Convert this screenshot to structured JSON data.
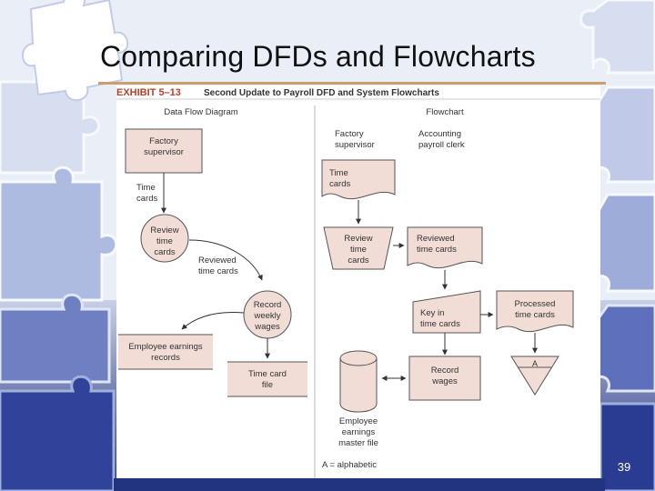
{
  "slide": {
    "title": "Comparing DFDs and Flowcharts",
    "page_number": "39"
  },
  "exhibit": {
    "label": "EXHIBIT 5–13",
    "caption": "Second Update to Payroll DFD and System Flowcharts"
  },
  "dfd": {
    "heading": "Data Flow Diagram",
    "factory_supervisor": [
      "Factory",
      "supervisor"
    ],
    "time_cards_flow": [
      "Time",
      "cards"
    ],
    "review_time_cards": [
      "Review",
      "time",
      "cards"
    ],
    "reviewed_time_cards_flow": [
      "Reviewed",
      "time cards"
    ],
    "record_weekly_wages": [
      "Record",
      "weekly",
      "wages"
    ],
    "employee_earnings_records": [
      "Employee earnings",
      "records"
    ],
    "time_card_file": [
      "Time card",
      "file"
    ]
  },
  "flowchart": {
    "heading": "Flowchart",
    "factory_supervisor": [
      "Factory",
      "supervisor"
    ],
    "accounting_payroll_clerk": [
      "Accounting",
      "payroll clerk"
    ],
    "time_cards_doc": [
      "Time",
      "cards"
    ],
    "review_time_cards": [
      "Review",
      "time",
      "cards"
    ],
    "reviewed_time_cards_doc": [
      "Reviewed",
      "time cards"
    ],
    "key_in_time_cards": [
      "Key in",
      "time cards"
    ],
    "processed_time_cards_doc": [
      "Processed",
      "time cards"
    ],
    "offline_file_label": "A",
    "record_wages": [
      "Record",
      "wages"
    ],
    "employee_earnings_master_file": [
      "Employee",
      "earnings",
      "master file"
    ],
    "legend": "A = alphabetic"
  },
  "colors": {
    "shape_fill": "#f2ddd6",
    "shape_stroke": "#555555",
    "exhibit_red": "#b5402a",
    "title_rule": "#c9a06a",
    "puzzle_blue": "#2e3f8f"
  }
}
